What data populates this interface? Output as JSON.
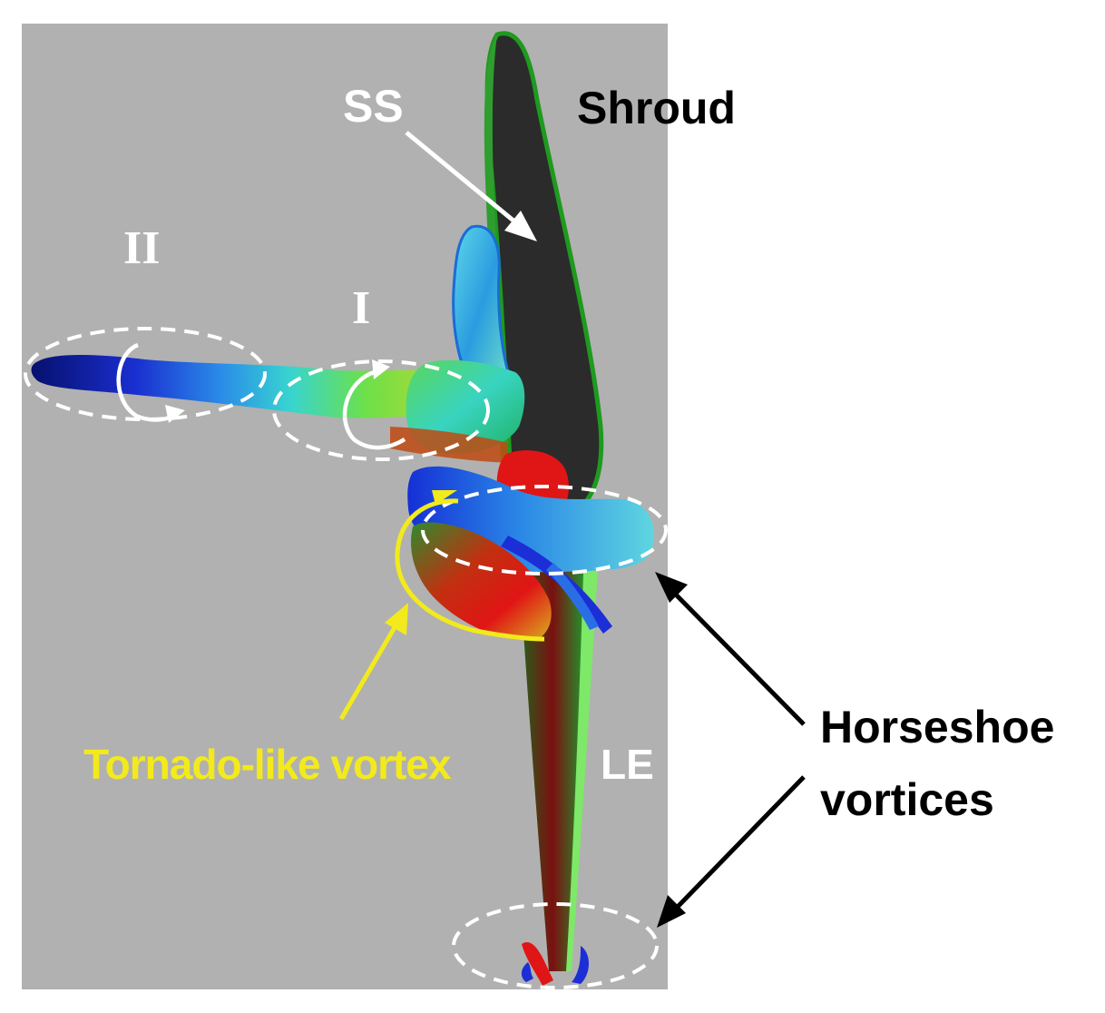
{
  "labels": {
    "ss": "SS",
    "shroud": "Shroud",
    "region_ii": "II",
    "region_i": "I",
    "tornado": "Tornado-like vortex",
    "le": "LE",
    "horseshoe_line1": "Horseshoe",
    "horseshoe_line2": "vortices"
  },
  "colors": {
    "panel_background": "#b1b1b1",
    "page_background": "#ffffff",
    "blade_surface": "#2b2b2b",
    "white_annotation": "#ffffff",
    "tornado_annotation": "#f2ea1c",
    "black_annotation": "#000000",
    "vortex_blue": "#1c2fd6",
    "vortex_cyan": "#39c7dd",
    "vortex_green": "#2fce3a",
    "vortex_red": "#e01515"
  }
}
